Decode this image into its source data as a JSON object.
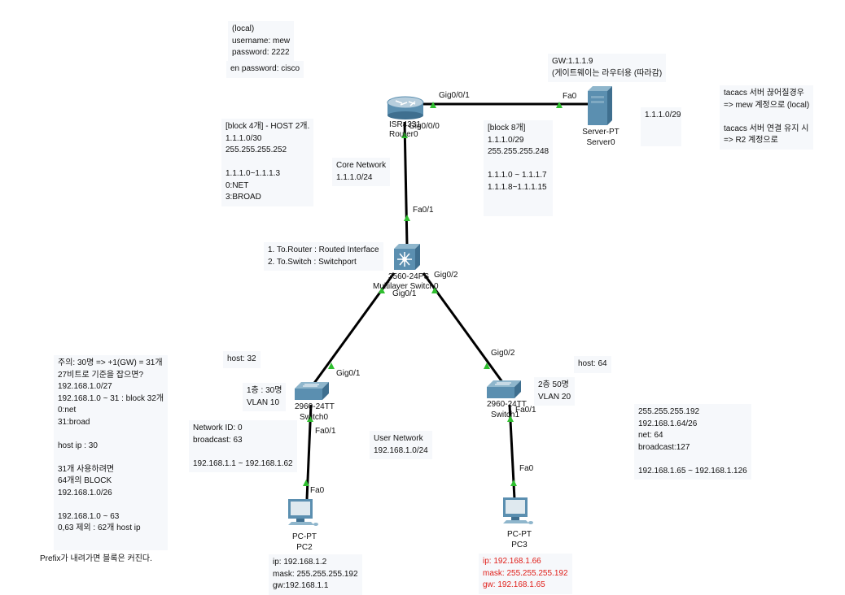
{
  "colors": {
    "link": "#000000",
    "port_up": "#2fbf2f",
    "device_blue": "#5b8fb0",
    "note_bg": "#f6f8fb",
    "alert_text": "#e0201b"
  },
  "devices": {
    "router": {
      "type_label": "ISR4331",
      "name": "Router0"
    },
    "server": {
      "type_label": "Server-PT",
      "name": "Server0"
    },
    "core_switch": {
      "type_label": "3560-24PS",
      "name": "Multilayer Switch0"
    },
    "switch0": {
      "type_label": "2960-24TT",
      "name": "Switch0"
    },
    "switch1": {
      "type_label": "2960-24TT",
      "name": "Switch1"
    },
    "pc2": {
      "type_label": "PC-PT",
      "name": "PC2"
    },
    "pc3": {
      "type_label": "PC-PT",
      "name": "PC3"
    }
  },
  "ports": {
    "router_gig001": "Gig0/0/1",
    "router_gig000": "Gig0/0/0",
    "server_fa0": "Fa0",
    "core_fa01": "Fa0/1",
    "core_gig01": "Gig0/1",
    "core_gig02": "Gig0/2",
    "sw0_gig01": "Gig0/1",
    "sw0_fa01": "Fa0/1",
    "sw1_gig02": "Gig0/2",
    "sw1_fa01": "Fa0/1",
    "pc2_fa0": "Fa0",
    "pc3_fa0": "Fa0"
  },
  "notes": {
    "local_account": "(local)\nusername: mew\npassword: 2222",
    "en_password": "en password: cisco",
    "gateway": "GW:1.1.1.9\n(게이트웨이는 라우터용 (따라감)",
    "tacacs": "tacacs 서버 끊어질경우\n=> mew 계정으로 (local)\n\ntacacs 서버 연결 유지 시\n=> R2 계정으로",
    "server_net": "1.1.1.0/29",
    "block4": "[block 4개] - HOST 2개.\n1.1.1.0/30\n255.255.255.252\n\n1.1.1.0~1.1.1.3\n0:NET\n3:BROAD",
    "core_network": "Core Network\n1.1.1.0/24",
    "block8": "[block 8개]\n1.1.1.0/29\n255.255.255.248\n\n1.1.1.0 ~ 1.1.1.7\n1.1.1.8~1.1.1.15",
    "core_roles": "1. To.Router : Routed Interface\n2. To.Switch : Switchport",
    "host32": "host: 32",
    "host64": "host: 64",
    "vlan10": "1층 : 30명\nVLAN 10",
    "vlan20": "2층 50명\nVLAN 20",
    "calc": "주의: 30명 => +1(GW) = 31개\n27비트로 기준을 잡으면?\n192.168.1.0/27\n192.168.1.0 ~ 31 : block 32개\n0:net\n31:broad\n\nhost ip : 30\n\n31개 사용하려면\n64개의 BLOCK\n192.168.1.0/26\n\n192.168.1.0 ~ 63\n0,63 제외 : 62개 host ip",
    "prefix": "Prefix가 내려가면 블록은 커진다.",
    "vlan10_net": "Network ID: 0\nbroadcast: 63\n\n192.168.1.1 ~ 192.168.1.62",
    "user_network": "User Network\n192.168.1.0/24",
    "vlan20_net": "255.255.255.192\n192.168.1.64/26\nnet: 64\nbroadcast:127\n\n192.168.1.65 ~ 192.168.1.126",
    "pc2_ip": "ip: 192.168.1.2\nmask: 255.255.255.192\ngw:192.168.1.1",
    "pc3_ip": "ip: 192.168.1.66\nmask: 255.255.255.192\ngw: 192.168.1.65"
  }
}
